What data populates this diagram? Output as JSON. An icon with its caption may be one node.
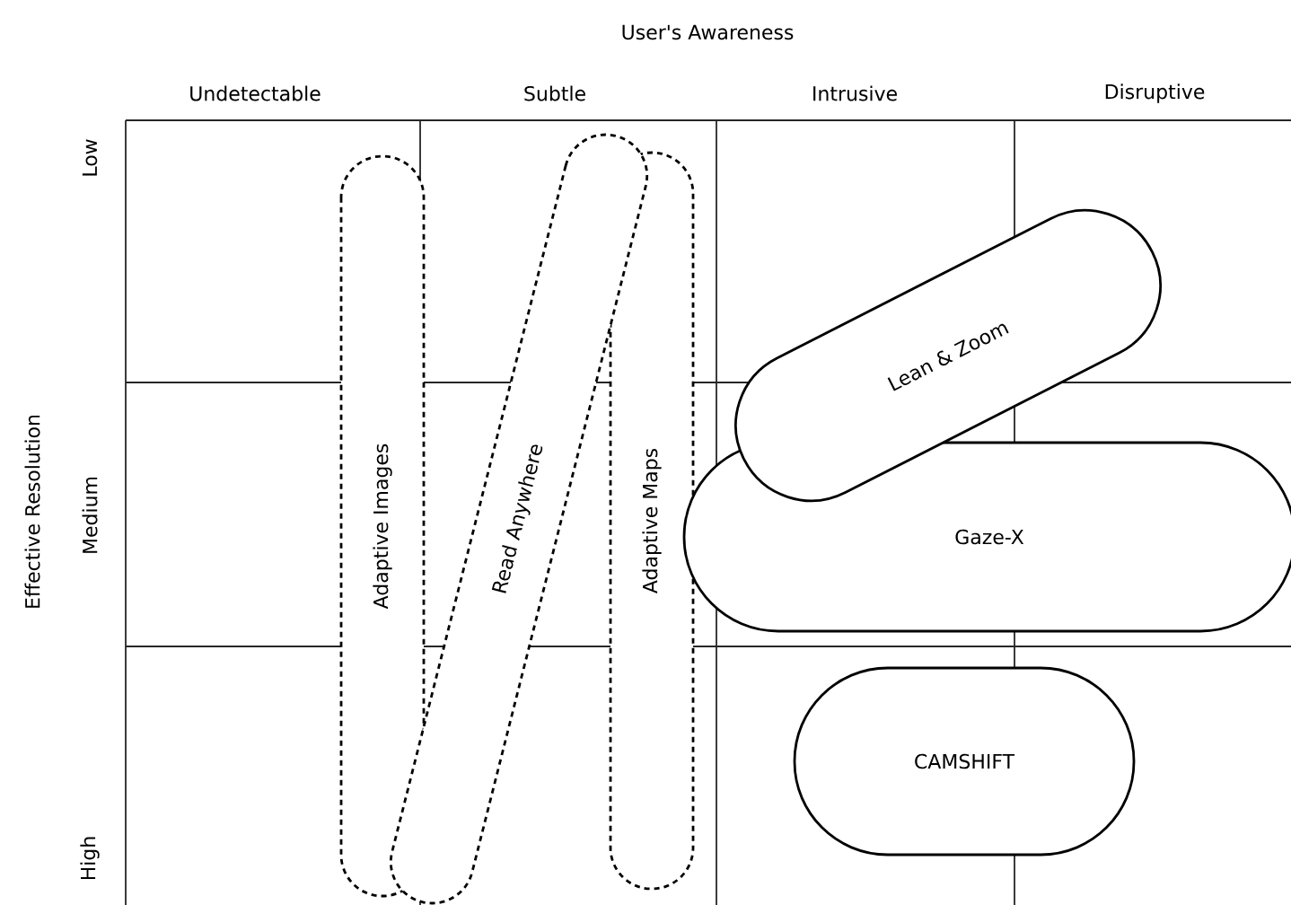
{
  "diagram": {
    "nodes": [
      {
        "text": [
          "Adaptive Images"
        ]
      },
      {
        "text": [
          "Adaptive Maps"
        ]
      },
      {
        "text": [
          "Read Anywhere"
        ]
      },
      {
        "text": [
          "Gaze-X"
        ]
      },
      {
        "text": [
          "Lean & Zoom"
        ]
      },
      {
        "text": [
          "CAMSHIFT"
        ]
      }
    ],
    "labels": [
      "User's Awareness",
      "Undetectable",
      "Subtle",
      "Intrusive",
      "Disruptive",
      "Effective Resolution",
      "Low",
      "Medium",
      "High"
    ]
  }
}
